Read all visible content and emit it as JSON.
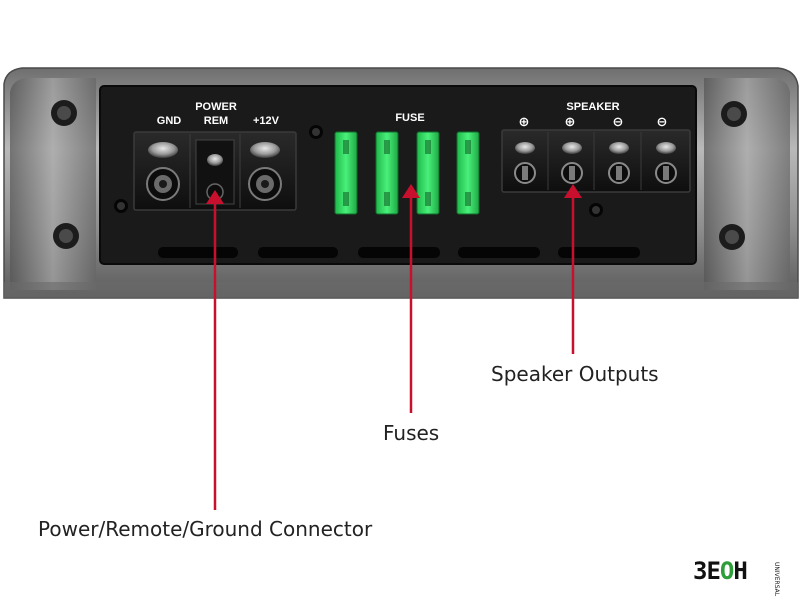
{
  "panel": {
    "labels": {
      "gnd": "GND",
      "power": "POWER",
      "rem": "REM",
      "plus12v": "+12V",
      "fuse": "FUSE",
      "speaker": "SPEAKER"
    },
    "speaker_polarity": [
      "⊕",
      "⊕",
      "⊖",
      "⊖"
    ]
  },
  "callouts": {
    "power_connector": "Power/Remote/Ground Connector",
    "fuses": "Fuses",
    "speaker_outputs": "Speaker Outputs"
  },
  "logo": {
    "prefix": "ЗЕ",
    "mid": "О",
    "suffix": "Н",
    "sub": "UNIVERSAL"
  },
  "colors": {
    "accent_arrow": "#c8102e",
    "fuse_green": "#2fd35a",
    "panel_black": "#1a1a1a",
    "chassis": "#8a8a8a"
  }
}
